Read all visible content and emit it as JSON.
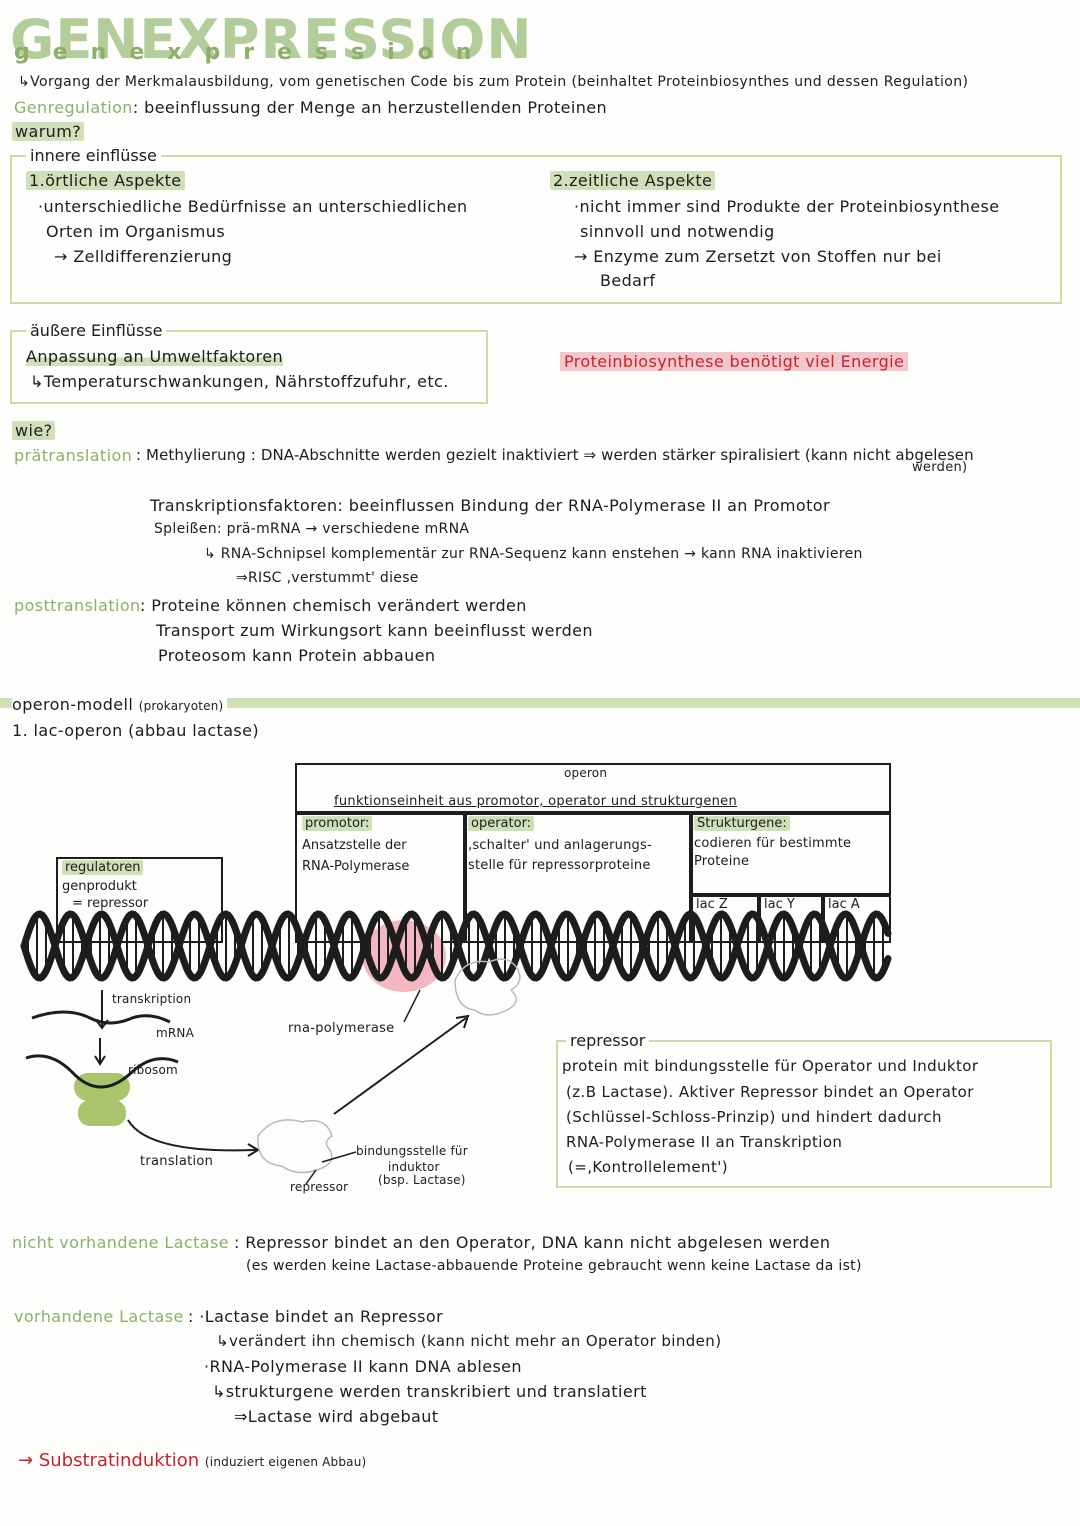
{
  "header": {
    "title": "GENEXPRESSION",
    "title_sub": "genexpression",
    "definition": "↳Vorgang der Merkmalausbildung, vom genetischen Code bis zum Protein (beinhaltet Proteinbiosynthes und dessen Regulation)",
    "genregulation_label": "Genregulation",
    "genregulation_text": ": beeinflussung der Menge an herzustellenden Proteinen",
    "warum": "warum?"
  },
  "innere": {
    "legend": "innere einflüsse",
    "oertlich_title": "1.örtliche Aspekte",
    "oertlich_lines": [
      "·unterschiedliche Bedürfnisse an unterschiedlichen",
      "Orten im Organismus",
      "→ Zelldifferenzierung"
    ],
    "zeitlich_title": "2.zeitliche Aspekte",
    "zeitlich_lines": [
      "·nicht immer sind Produkte der Proteinbiosynthese",
      "sinnvoll und notwendig",
      "→ Enzyme zum Zersetzt von Stoffen nur bei",
      "Bedarf"
    ]
  },
  "aeussere": {
    "legend": "äußere Einflüsse",
    "line1": "Anpassung an Umweltfaktoren",
    "line2": "↳Temperaturschwankungen, Nährstoffzufuhr, etc."
  },
  "energie_note": "Proteinbiosynthese benötigt viel Energie",
  "wie": {
    "label": "wie?",
    "praetranslation_label": "prätranslation",
    "praetranslation_line": ": Methylierung : DNA-Abschnitte werden gezielt inaktiviert ⇒ werden stärker spiralisiert (kann nicht abgelesen",
    "praetranslation_wrap": "werden)",
    "transkriptionsfaktoren": "Transkriptionsfaktoren: beeinflussen Bindung der RNA-Polymerase II an Promotor",
    "spleissen": "Spleißen: prä-mRNA → verschiedene mRNA",
    "rna_schnipsel": "↳ RNA-Schnipsel komplementär zur RNA-Sequenz kann enstehen → kann RNA inaktivieren",
    "risc": "⇒RISC ‚verstummt' diese",
    "posttranslation_label": "posttranslation",
    "posttranslation_lines": [
      ": Proteine können chemisch verändert werden",
      "Transport zum Wirkungsort kann beeinflusst werden",
      "Proteosom kann Protein abbauen"
    ]
  },
  "operon_section": {
    "heading": "operon-modell",
    "heading_note": "(prokaryoten)",
    "subheading": "1. lac-operon (abbau lactase)"
  },
  "diagram": {
    "operon_title": "operon",
    "operon_def": "funktionseinheit aus promotor, operator und strukturgenen",
    "promotor_title": "promotor:",
    "promotor_text": [
      "Ansatzstelle der",
      "RNA-Polymerase"
    ],
    "operator_title": "operator:",
    "operator_text": [
      "‚schalter' und anlagerungs-",
      "stelle für repressorproteine"
    ],
    "struktur_title": "Strukturgene:",
    "struktur_text": [
      "codieren für bestimmte",
      "Proteine"
    ],
    "lac_genes": [
      "lac Z",
      "lac Y",
      "lac A"
    ],
    "regulator_title": "regulatoren",
    "regulator_text": [
      "genprodukt",
      "= repressor"
    ],
    "label_transkription": "transkription",
    "label_mrna": "mRNA",
    "label_ribosom": "ribosom",
    "label_translation": "translation",
    "label_rna_polymerase": "rna-polymerase",
    "label_bindungsstelle": [
      "bindungsstelle für",
      "induktor",
      "(bsp. Lactase)"
    ],
    "label_repressor": "repressor"
  },
  "repressor_box": {
    "legend": "repressor",
    "lines": [
      "protein mit bindungsstelle für Operator und Induktor",
      "(z.B Lactase). Aktiver Repressor bindet an Operator",
      "(Schlüssel-Schloss-Prinzip) und hindert dadurch",
      "RNA-Polymerase II an Transkription",
      "(=‚Kontrollelement')"
    ]
  },
  "lactase": {
    "nicht_label": "nicht vorhandene Lactase",
    "nicht_line1": ": Repressor bindet an den Operator, DNA kann nicht abgelesen werden",
    "nicht_line2": "(es werden keine Lactase-abbauende Proteine gebraucht wenn keine Lactase da ist)",
    "vorh_label": "vorhandene Lactase",
    "vorh_lines": [
      ": ·Lactase bindet an Repressor",
      "↳verändert ihn chemisch (kann nicht mehr an Operator binden)",
      "·RNA-Polymerase II kann DNA ablesen",
      "↳strukturgene werden transkribiert und translatiert",
      "⇒Lactase wird abgebaut"
    ]
  },
  "footer": {
    "arrow": "→",
    "substratinduktion": "Substratinduktion",
    "note": "(induziert eigenen Abbau)"
  },
  "colors": {
    "accent_green": "#8cb06a",
    "highlight": "#cfe0b8",
    "red": "#c8242c",
    "pink": "#f2b7c0",
    "ribosom": "#a9c46a"
  }
}
